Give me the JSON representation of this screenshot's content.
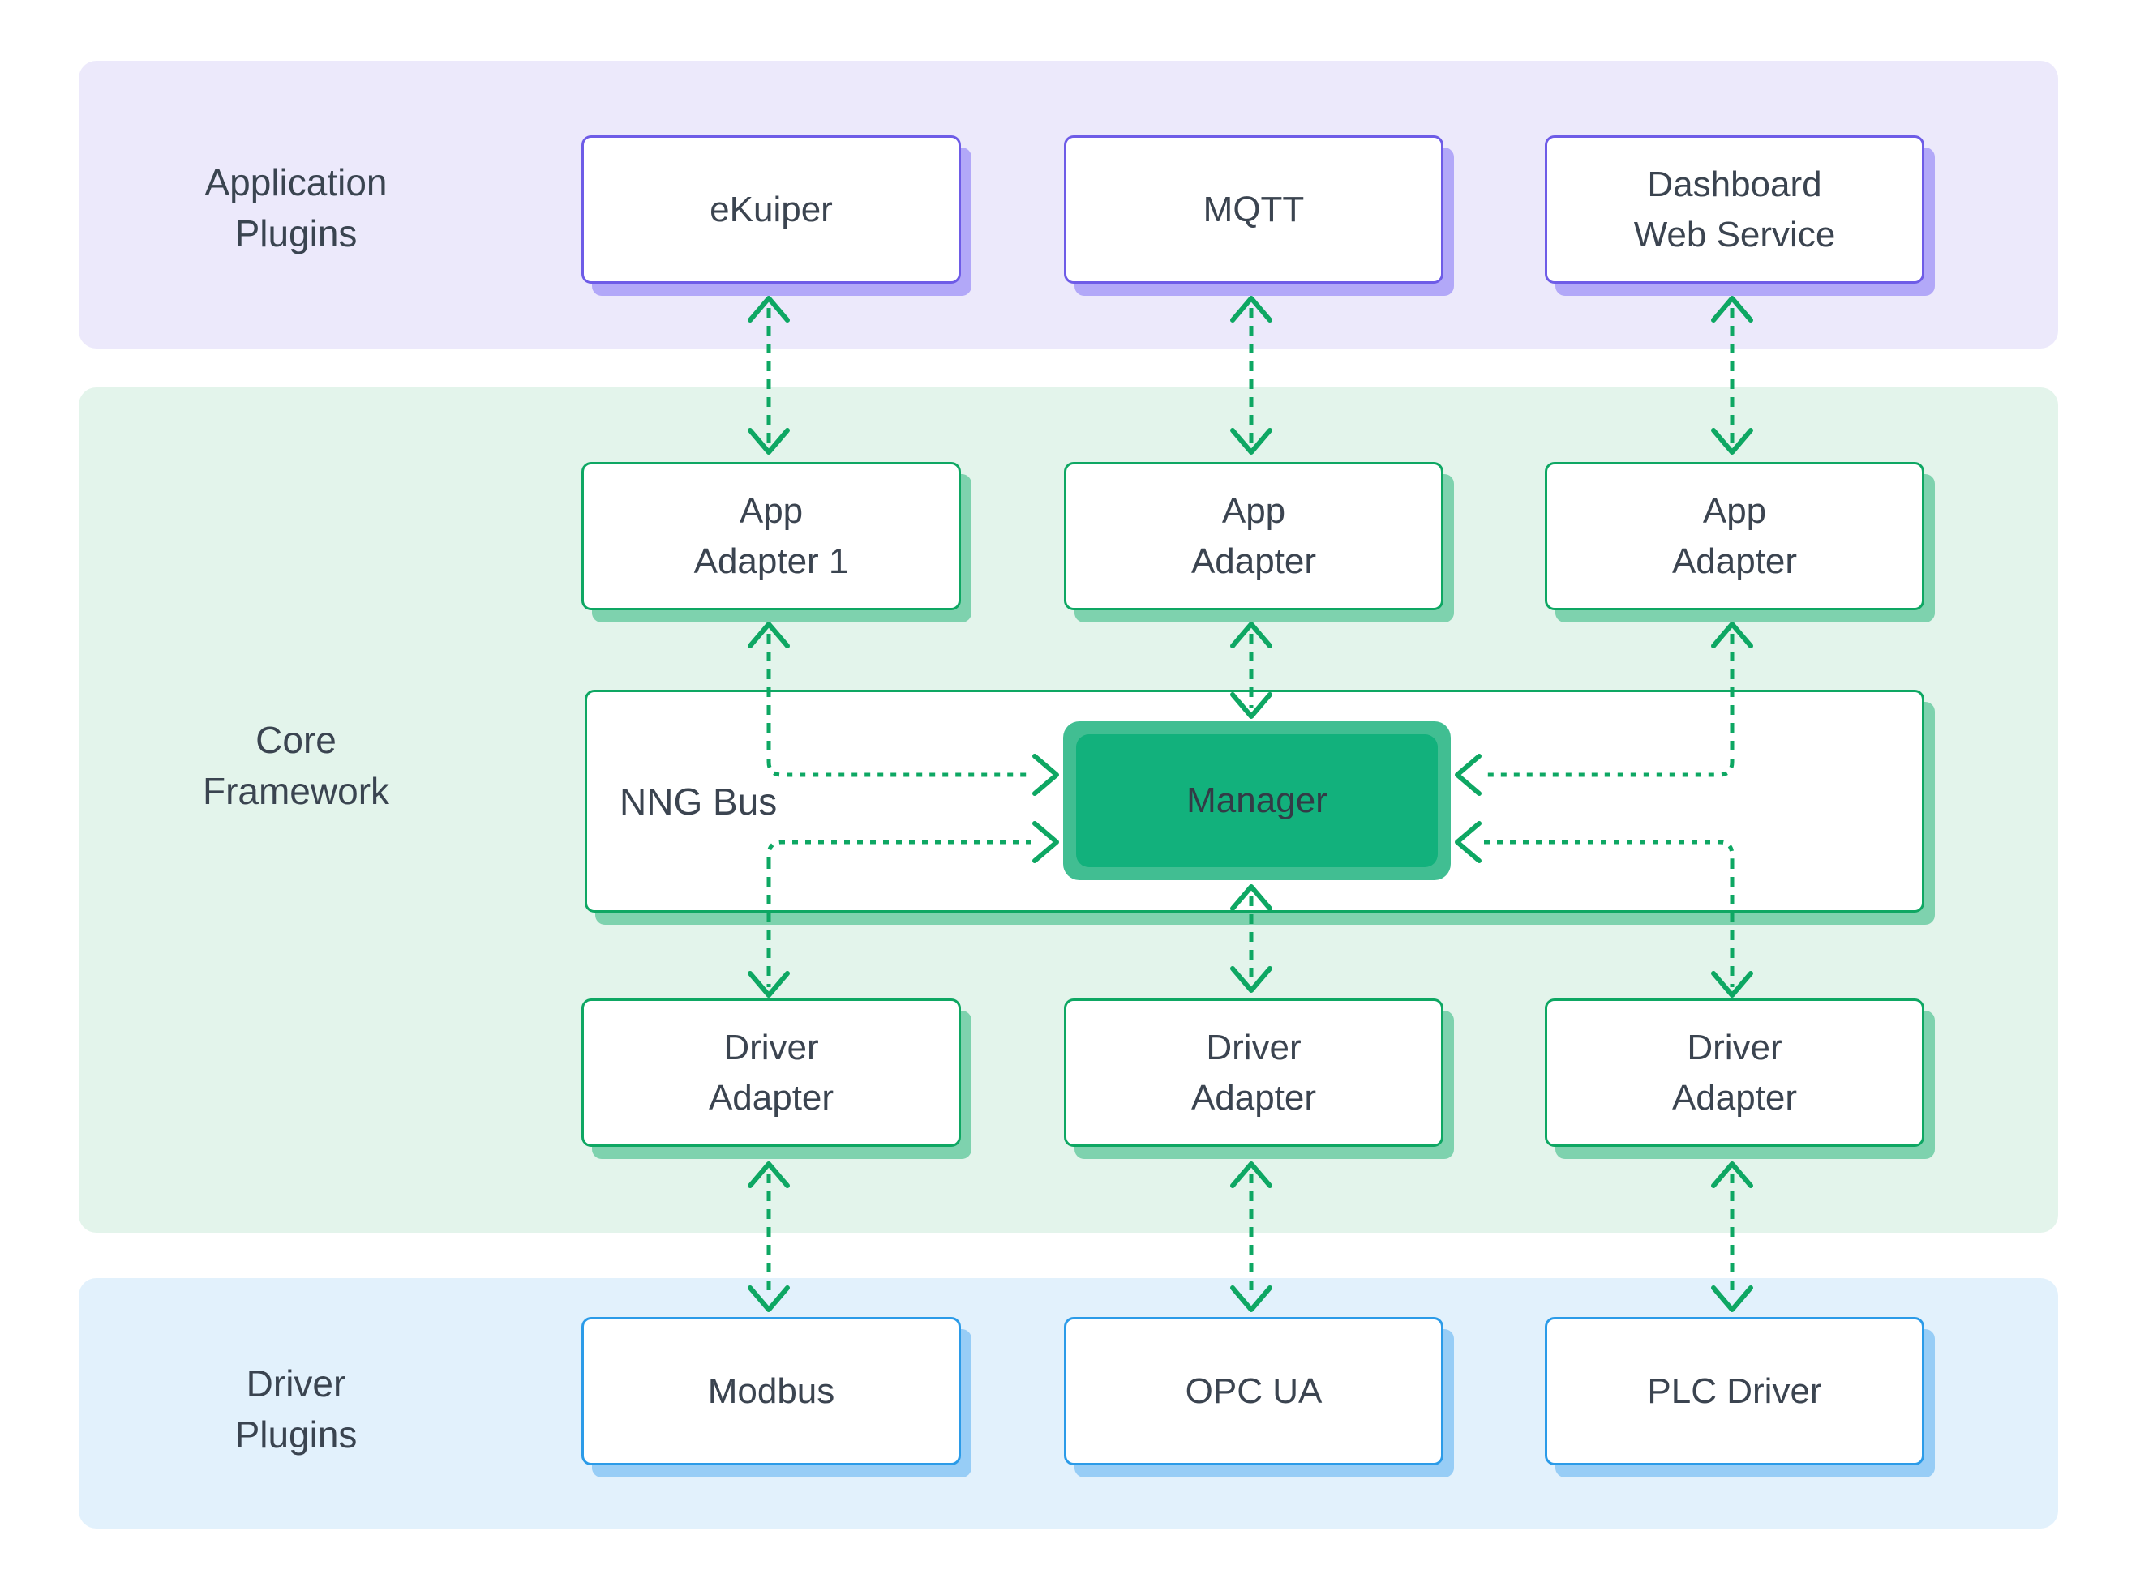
{
  "bands": {
    "application": {
      "label_lines": [
        "Application",
        "Plugins"
      ]
    },
    "core": {
      "label_lines": [
        "Core",
        "Framework"
      ]
    },
    "driver": {
      "label_lines": [
        "Driver",
        "Plugins"
      ]
    }
  },
  "app_plugins": [
    {
      "label_lines": [
        "eKuiper"
      ]
    },
    {
      "label_lines": [
        "MQTT"
      ]
    },
    {
      "label_lines": [
        "Dashboard",
        "Web Service"
      ]
    }
  ],
  "app_adapters": [
    {
      "label_lines": [
        "App",
        "Adapter 1"
      ]
    },
    {
      "label_lines": [
        "App",
        "Adapter"
      ]
    },
    {
      "label_lines": [
        "App",
        "Adapter"
      ]
    }
  ],
  "core_framework": {
    "bus_label": "NNG Bus",
    "manager_label": "Manager"
  },
  "driver_adapters": [
    {
      "label_lines": [
        "Driver",
        "Adapter"
      ]
    },
    {
      "label_lines": [
        "Driver",
        "Adapter"
      ]
    },
    {
      "label_lines": [
        "Driver",
        "Adapter"
      ]
    }
  ],
  "driver_plugins": [
    {
      "label_lines": [
        "Modbus"
      ]
    },
    {
      "label_lines": [
        "OPC UA"
      ]
    },
    {
      "label_lines": [
        "PLC Driver"
      ]
    }
  ],
  "colors": {
    "band_application_bg": "#ECE9FB",
    "band_core_bg": "#E3F4EB",
    "band_driver_bg": "#E2F1FC",
    "purple_border": "#6E5CE7",
    "purple_shadow": "#B2A8F8",
    "green_border": "#0EA763",
    "green_shadow": "#7ED2AE",
    "blue_border": "#2B9BE8",
    "blue_shadow": "#97CDF6",
    "manager_fill": "#12B17C",
    "manager_halo": "#41BE92",
    "arrow_green": "#0EA763",
    "text": "#3B4450"
  }
}
